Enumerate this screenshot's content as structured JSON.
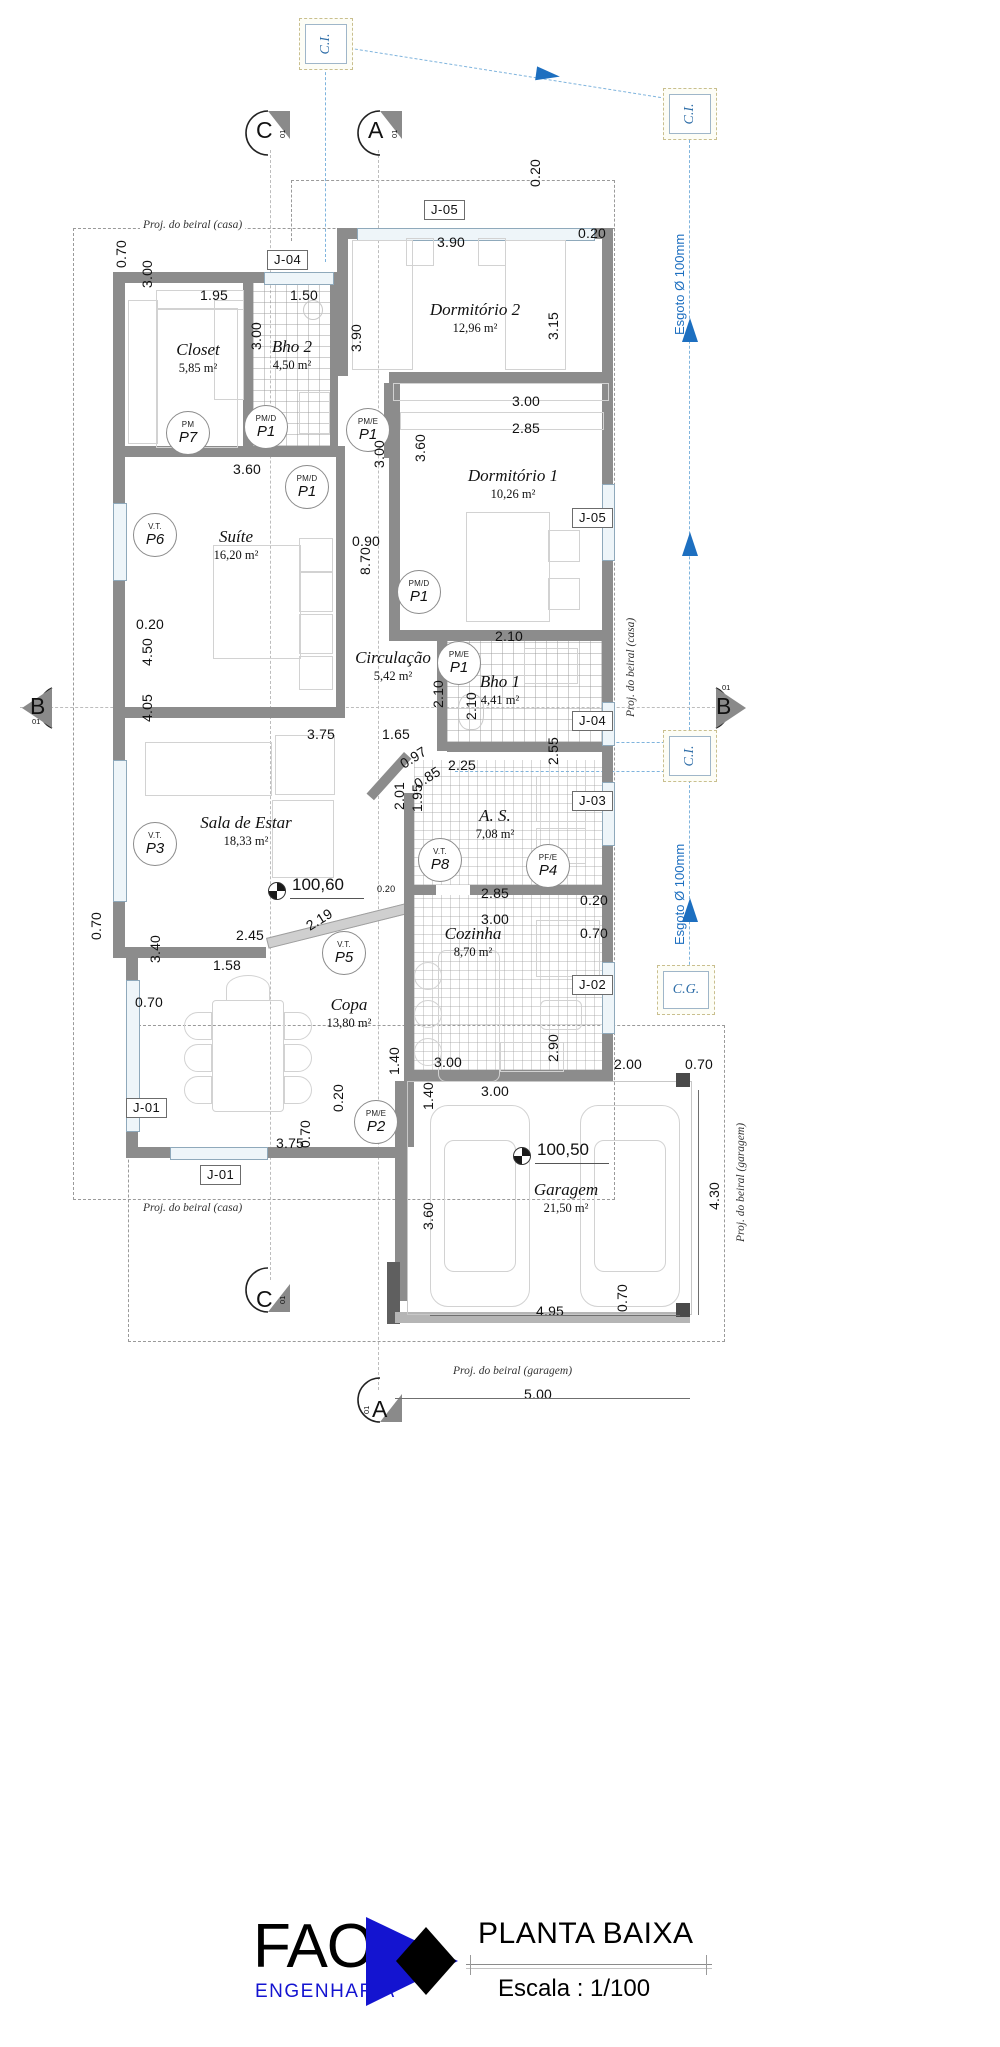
{
  "sheet": {
    "title": "PLANTA BAIXA",
    "scale": "Escala : 1/100",
    "company": "FAO",
    "company_sub": "ENGENHARIA"
  },
  "rooms": [
    {
      "name": "Closet",
      "area": "5,85 m²"
    },
    {
      "name": "Bho 2",
      "area": "4,50 m²"
    },
    {
      "name": "Dormitório 2",
      "area": "12,96 m²"
    },
    {
      "name": "Suíte",
      "area": "16,20 m²"
    },
    {
      "name": "Dormitório 1",
      "area": "10,26 m²"
    },
    {
      "name": "Circulação",
      "area": "5,42 m²"
    },
    {
      "name": "Bho 1",
      "area": "4,41 m²"
    },
    {
      "name": "Sala de Estar",
      "area": "18,33 m²"
    },
    {
      "name": "A. S.",
      "area": "7,08  m²"
    },
    {
      "name": "Cozinha",
      "area": "8,70  m²"
    },
    {
      "name": "Copa",
      "area": "13,80 m²"
    },
    {
      "name": "Garagem",
      "area": "21,50 m²"
    }
  ],
  "openings": [
    {
      "code": "PM",
      "id": "P7"
    },
    {
      "code": "PM/D",
      "id": "P1"
    },
    {
      "code": "PM/D",
      "id": "P1"
    },
    {
      "code": "PM/E",
      "id": "P1"
    },
    {
      "code": "PM/D",
      "id": "P1"
    },
    {
      "code": "PM/E",
      "id": "P1"
    },
    {
      "code": "V.T.",
      "id": "P6"
    },
    {
      "code": "V.T.",
      "id": "P3"
    },
    {
      "code": "V.T.",
      "id": "P8"
    },
    {
      "code": "V.T.",
      "id": "P5"
    },
    {
      "code": "PF/E",
      "id": "P4"
    },
    {
      "code": "PM/E",
      "id": "P2"
    }
  ],
  "window_tags": [
    "J-05",
    "J-04",
    "J-05",
    "J-04",
    "J-03",
    "J-02",
    "J-01",
    "J-01"
  ],
  "dimensions": {
    "d_0_70_a": "0.70",
    "d_1_95": "1.95",
    "d_1_50": "1.50",
    "d_3_90_top": "3.90",
    "d_0_20_top": "0.20",
    "d_0_20_top2": "0.20",
    "d_3_00_closet": "3.00",
    "d_3_00_bho2": "3.00",
    "d_3_90_circ": "3.90",
    "d_3_15": "3.15",
    "d_3_00_dorm": "3.00",
    "d_2_85_dorm": "2.85",
    "d_3_60_suite": "3.60",
    "d_3_60_dorm1": "3.60",
    "d_3_00_mid": "3.00",
    "d_0_90": "0.90",
    "d_0_20_left": "0.20",
    "d_8_70": "8.70",
    "d_4_50": "4.50",
    "d_4_05": "4.05",
    "d_3_75_a": "3.75",
    "d_1_65": "1.65",
    "d_2_10_a": "2.10",
    "d_2_10_b": "2.10",
    "d_2_10_c": "2.10",
    "d_0_97": "0.97",
    "d_0_85": "0.85",
    "d_2_25": "2.25",
    "d_2_55": "2.55",
    "d_2_01": "2.01",
    "d_1_95_as": "1.95",
    "d_0_20_as": "0.20",
    "d_2_85_as": "2.85",
    "d_0_20_r": "0.20",
    "d_3_00_coz": "3.00",
    "d_0_70_r": "0.70",
    "d_2_90": "2.90",
    "d_3_00_coz2": "3.00",
    "d_2_45": "2.45",
    "d_2_19": "2.19",
    "d_1_58": "1.58",
    "d_3_40": "3.40",
    "d_0_70_bl": "0.70",
    "d_0_70_bl2": "0.70",
    "d_3_75_b": "3.75",
    "d_0_20_b": "0.20",
    "d_0_70_b": "0.70",
    "d_1_40_a": "1.40",
    "d_1_40_b": "1.40",
    "d_3_00_gar": "3.00",
    "d_2_00": "2.00",
    "d_0_70_gar": "0.70",
    "d_4_30": "4.30",
    "d_3_60_gar": "3.60",
    "d_4_95": "4.95",
    "d_0_70_gar2": "0.70",
    "d_5_00": "5.00"
  },
  "levels": [
    {
      "value": "100,60"
    },
    {
      "value": "100,50"
    }
  ],
  "annotations": {
    "proj_casa_top": "Proj. do beiral (casa)",
    "proj_casa_right": "Proj. do beiral (casa)",
    "proj_casa_bottom": "Proj. do beiral (casa)",
    "proj_garagem_right": "Proj. do beiral (garagem)",
    "proj_garagem_bottom": "Proj. do beiral (garagem)",
    "sewer_top": "Esgoto Ø 100mm",
    "sewer_bottom": "Esgoto Ø 100mm",
    "ci_1": "C.I.",
    "ci_2": "C.I.",
    "ci_3": "C.I.",
    "cg": "C.G."
  },
  "sections": [
    {
      "letter": "C",
      "num": "01"
    },
    {
      "letter": "A",
      "num": "01"
    },
    {
      "letter": "B",
      "num": "01"
    },
    {
      "letter": "B",
      "num": "01"
    },
    {
      "letter": "C",
      "num": "01"
    },
    {
      "letter": "A",
      "num": "01"
    }
  ],
  "colors": {
    "wall": "#8c8c8c",
    "sewer": "#1d6fc0",
    "brand_blue": "#1414d0",
    "paper": "#ffffff"
  }
}
